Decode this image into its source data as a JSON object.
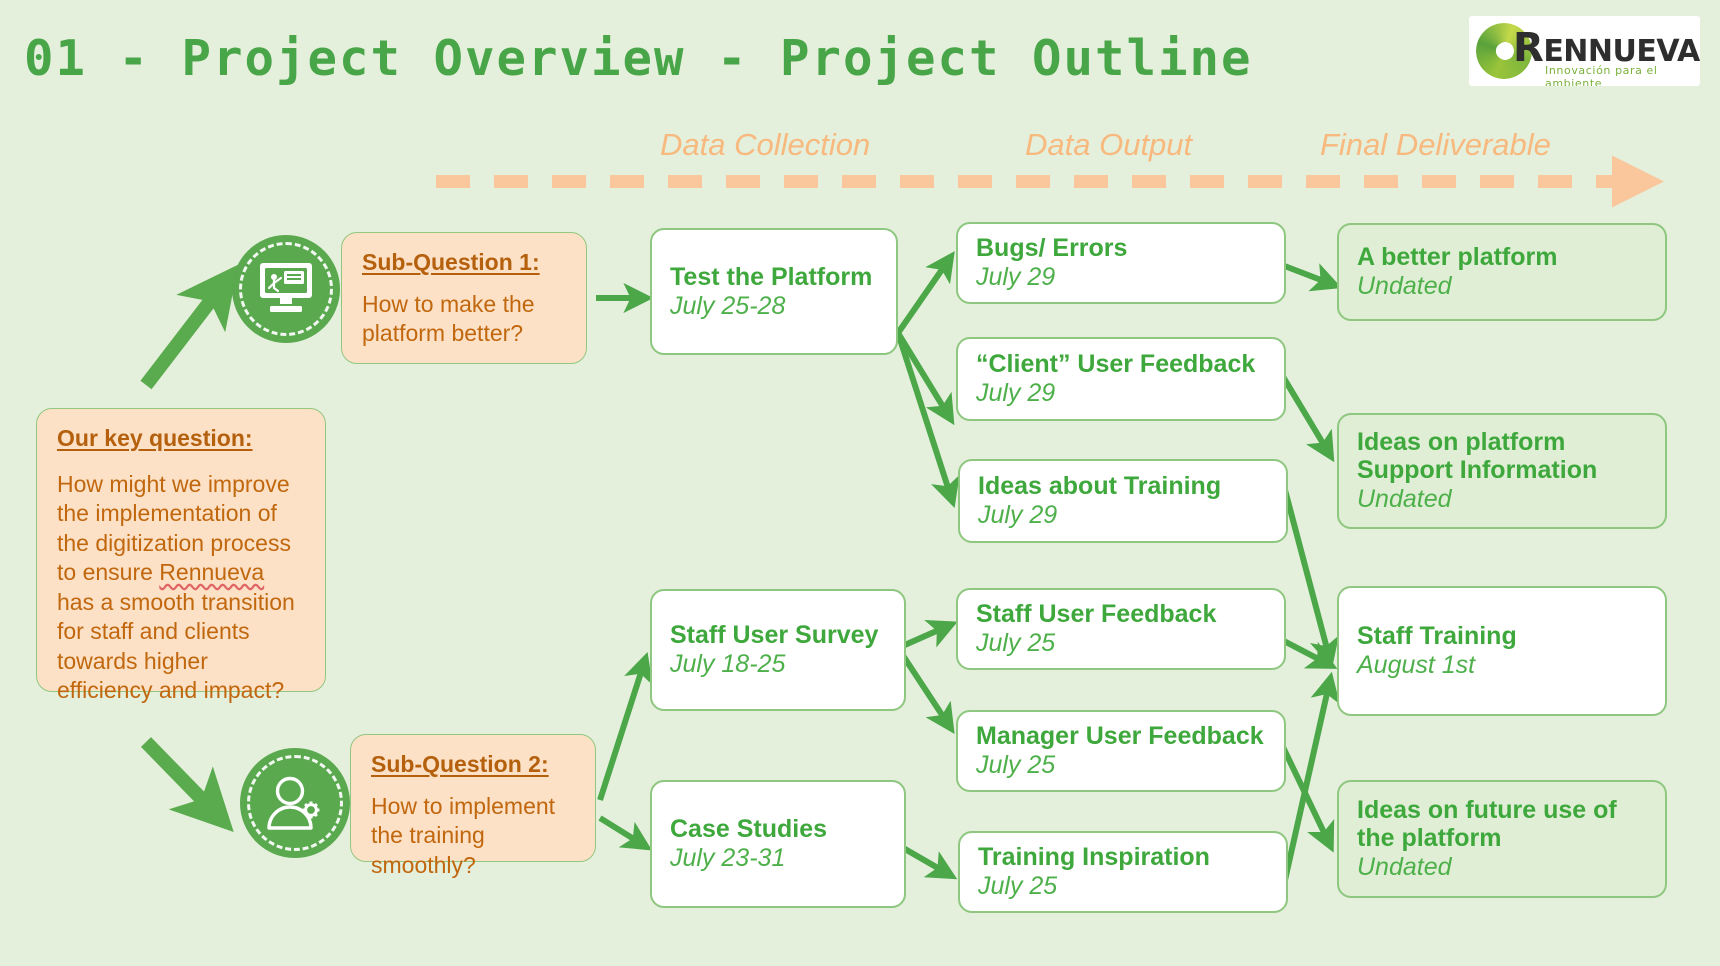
{
  "header": {
    "title": "01 - Project Overview - Project Outline",
    "logo": {
      "brand_prefix": "R",
      "brand_rest": "ENNUEVA",
      "tagline": "Innovación para el ambiente"
    }
  },
  "timeline": {
    "phases": [
      {
        "label": "Data Collection"
      },
      {
        "label": "Data Output"
      },
      {
        "label": "Final Deliverable"
      }
    ]
  },
  "key_question": {
    "heading": "Our key question:",
    "body_1": "How might we improve the implementation of the digitization process to ensure ",
    "body_highlight": "Rennueva",
    "body_2": " has a smooth transition for staff and clients towards higher efficiency and impact?"
  },
  "sub_questions": [
    {
      "heading": "Sub-Question 1:",
      "body": "How to make the platform better?",
      "icon": "presentation-screen-icon"
    },
    {
      "heading": "Sub-Question 2:",
      "body": "How to implement the training smoothly?",
      "icon": "user-gear-icon"
    }
  ],
  "cards": {
    "collection": [
      {
        "title": "Test the Platform",
        "date": "July 25-28"
      },
      {
        "title": "Staff User Survey",
        "date": "July 18-25"
      },
      {
        "title": "Case Studies",
        "date": "July 23-31"
      }
    ],
    "output": [
      {
        "title": "Bugs/ Errors",
        "date": "July 29"
      },
      {
        "title": "“Client” User Feedback",
        "date": "July 29"
      },
      {
        "title": "Ideas about Training",
        "date": "July 29"
      },
      {
        "title": "Staff User Feedback",
        "date": "July 25"
      },
      {
        "title": "Manager User Feedback",
        "date": "July 25"
      },
      {
        "title": "Training Inspiration",
        "date": "July 25"
      }
    ],
    "deliverable": [
      {
        "title": "A better platform",
        "date": "Undated"
      },
      {
        "title": "Ideas on platform Support Information",
        "date": "Undated"
      },
      {
        "title": "Staff Training",
        "date": "August 1st"
      },
      {
        "title": "Ideas on future use of the platform",
        "date": "Undated"
      }
    ]
  },
  "colors": {
    "background": "#e4efdc",
    "green": "#48a548",
    "card_border": "#8ec77f",
    "card_tint": "#dfeed4",
    "orange_box": "#fce1c6",
    "orange_text": "#c1670e",
    "phase_orange": "#f8b97e",
    "badge_green": "#5aa94f"
  }
}
